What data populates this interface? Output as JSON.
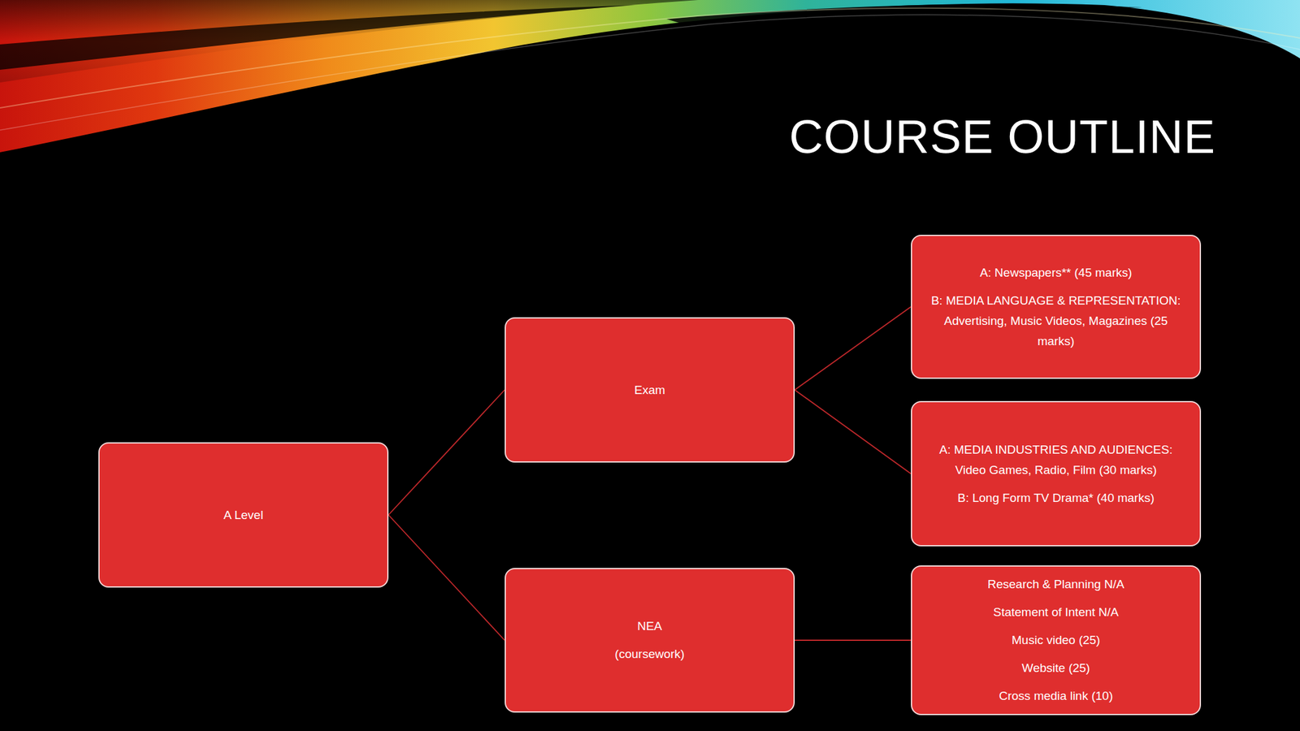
{
  "diagram": {
    "title": "COURSE OUTLINE",
    "nodes": [
      {
        "text": [
          "A Level"
        ]
      },
      {
        "text": [
          "Exam"
        ]
      },
      {
        "text": [
          "A: Newspapers** (45 marks)",
          "B: MEDIA LANGUAGE & REPRESENTATION: Advertising, Music Videos, Magazines (25 marks)"
        ]
      },
      {
        "text": [
          "A: MEDIA INDUSTRIES AND AUDIENCES: Video Games, Radio, Film (30 marks)",
          "B: Long Form TV Drama* (40 marks)"
        ]
      },
      {
        "text": [
          "NEA",
          "(coursework)"
        ]
      },
      {
        "text": [
          "Research & Planning N/A",
          "Statement of Intent N/A",
          "Music video (25)",
          "Website (25)",
          "Cross media link (10)"
        ]
      }
    ],
    "edges": [
      {
        "from": 0,
        "to": 1,
        "arrow": "none"
      },
      {
        "from": 0,
        "to": 4,
        "arrow": "none"
      },
      {
        "from": 1,
        "to": 2,
        "arrow": "none"
      },
      {
        "from": 1,
        "to": 3,
        "arrow": "none"
      },
      {
        "from": 4,
        "to": 5,
        "arrow": "none"
      }
    ]
  }
}
